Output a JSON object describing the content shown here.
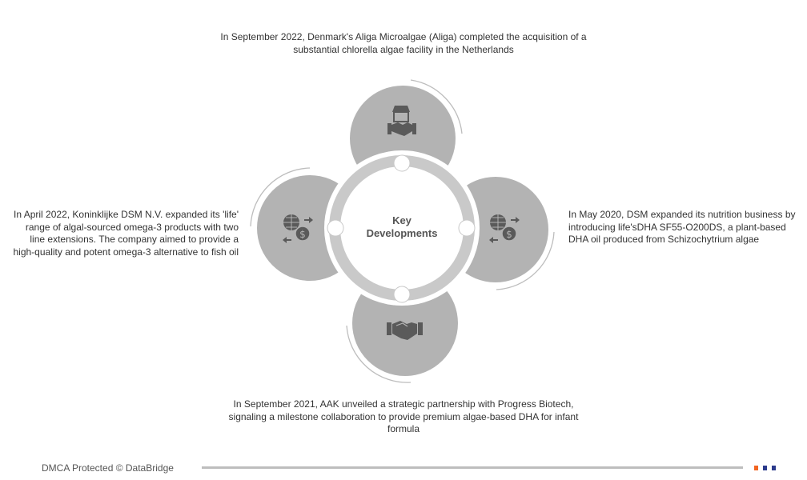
{
  "center_label": {
    "line1": "Key",
    "line2": "Developments"
  },
  "developments": {
    "top": {
      "icon": "store-handshake-icon",
      "text": "In September 2022, Denmark's Aliga Microalgae (Aliga) completed the acquisition of a substantial chlorella algae facility in the Netherlands"
    },
    "right": {
      "icon": "global-money-transfer-icon",
      "text": "In May 2020, DSM expanded its nutrition business by introducing life'sDHA SF55-O200DS, a plant-based DHA oil produced from Schizochytrium algae"
    },
    "bottom": {
      "icon": "handshake-icon",
      "text": "In September 2021, AAK unveiled a strategic partnership with Progress Biotech, signaling a milestone collaboration to provide premium algae-based DHA for infant formula"
    },
    "left": {
      "icon": "global-money-transfer-icon",
      "text": "In April 2022, Koninklijke DSM N.V. expanded its 'life' range of algal-sourced omega-3 products with two line extensions. The company aimed to provide a high-quality and potent omega-3 alternative to fish oil"
    }
  },
  "footer": {
    "text": "DMCA Protected © DataBridge"
  },
  "colors": {
    "circle": "#b3b3b3",
    "ring": "#c9c9c9",
    "icon": "#5a5a5a",
    "orange": "#f26522",
    "navy": "#2b3a8c"
  }
}
